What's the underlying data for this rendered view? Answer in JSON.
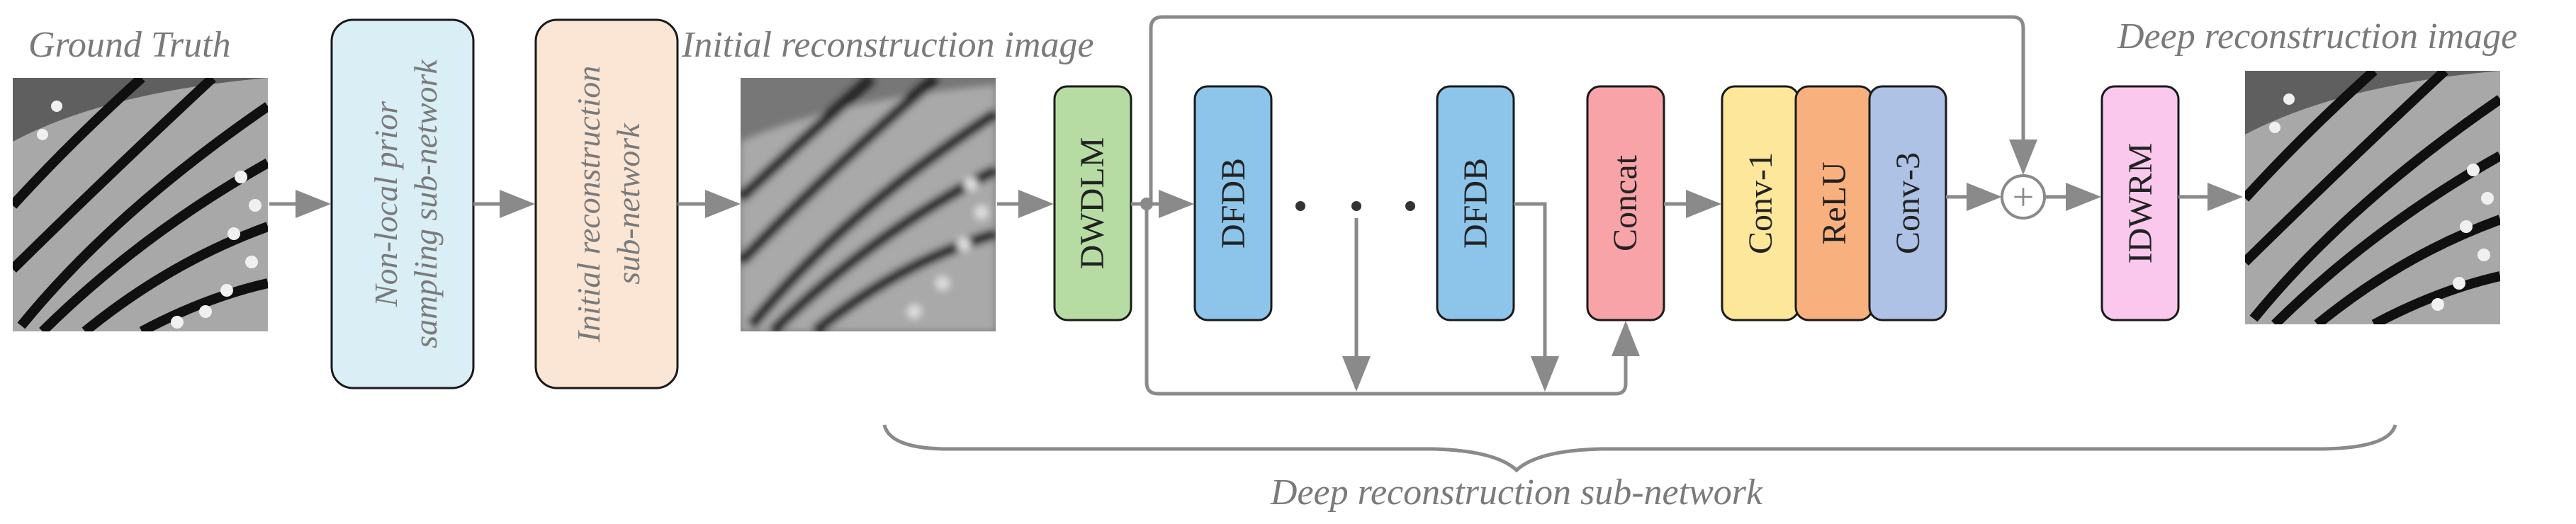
{
  "labels": {
    "ground_truth": "Ground Truth",
    "initial_image": "Initial reconstruction image",
    "deep_image": "Deep reconstruction image",
    "deep_subnetwork": "Deep reconstruction sub-network"
  },
  "modules": {
    "sampling": {
      "line1": "Non-local prior",
      "line2": "sampling sub-network",
      "color": "#d9eef5"
    },
    "initial": {
      "line1": "Initial reconstruction",
      "line2": "sub-network",
      "color": "#fbe6d6"
    },
    "dwdlm": {
      "label": "DWDLM",
      "color": "#b6dca3"
    },
    "dfdb_first": {
      "label": "DFDB",
      "color": "#8dc4ea"
    },
    "dfdb_last": {
      "label": "DFDB",
      "color": "#8dc4ea"
    },
    "ellipsis": "· · ·",
    "concat": {
      "label": "Concat",
      "color": "#f7a3a8"
    },
    "conv1": {
      "label": "Conv-1",
      "color": "#fde79a"
    },
    "relu": {
      "label": "ReLU",
      "color": "#f8b07f"
    },
    "conv3": {
      "label": "Conv-3",
      "color": "#adc2e5"
    },
    "add": "+",
    "idwrm": {
      "label": "IDWRM",
      "color": "#f9c8ec"
    }
  },
  "colors": {
    "arrow": "#8a8a8a",
    "border": "#1a1a1a"
  }
}
